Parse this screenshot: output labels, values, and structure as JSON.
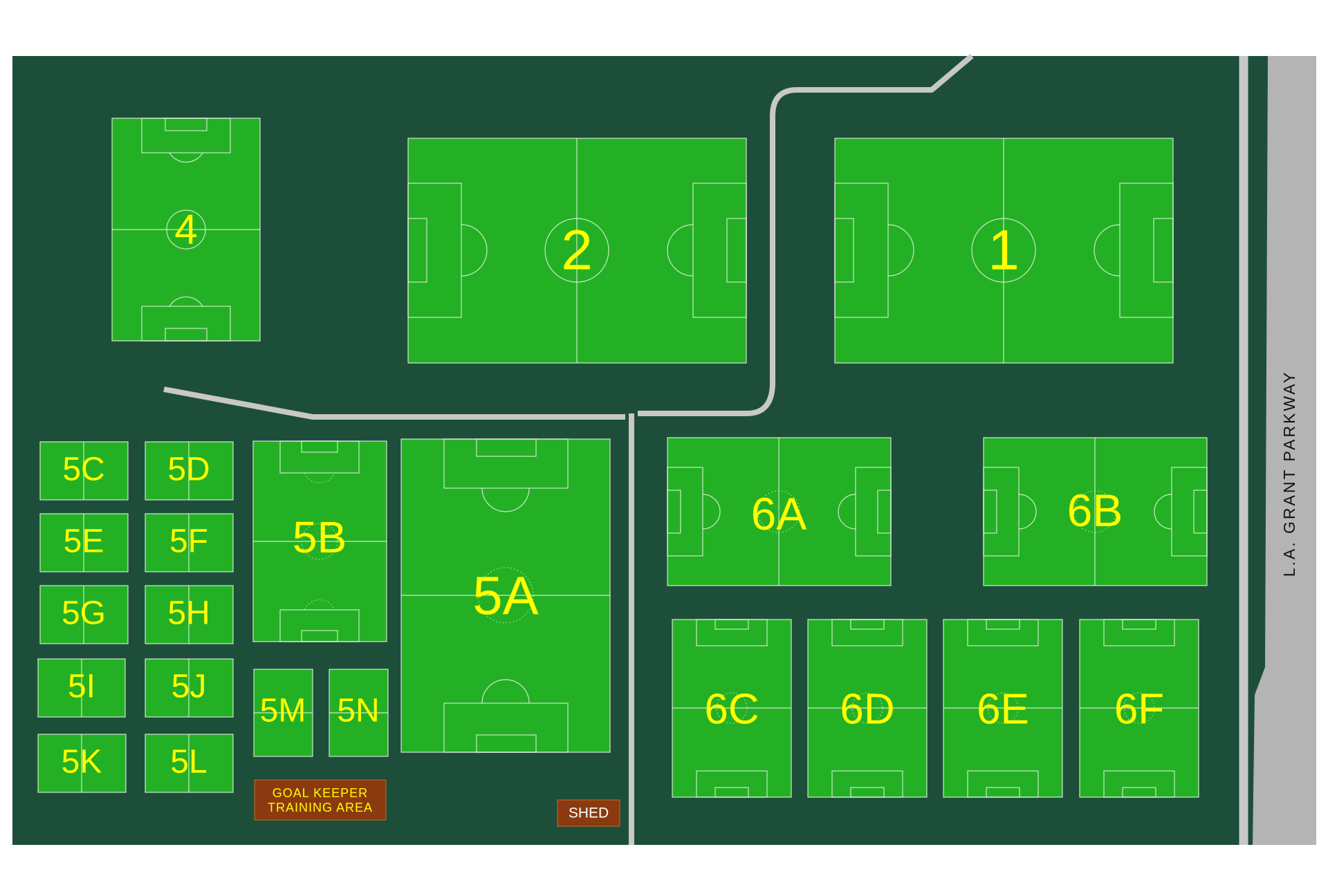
{
  "colors": {
    "ground": "#1d4e3a",
    "field": "#24b024",
    "label": "#ffff00",
    "path": "#c8c8c8",
    "road": "#b4b4b4",
    "building": "#8b3a10"
  },
  "fields": {
    "f4": "4",
    "f2": "2",
    "f1": "1",
    "f5A": "5A",
    "f5B": "5B",
    "f5C": "5C",
    "f5D": "5D",
    "f5E": "5E",
    "f5F": "5F",
    "f5G": "5G",
    "f5H": "5H",
    "f5I": "5I",
    "f5J": "5J",
    "f5K": "5K",
    "f5L": "5L",
    "f5M": "5M",
    "f5N": "5N",
    "f6A": "6A",
    "f6B": "6B",
    "f6C": "6C",
    "f6D": "6D",
    "f6E": "6E",
    "f6F": "6F"
  },
  "buildings": {
    "goalkeeper_line1": "GOAL  KEEPER",
    "goalkeeper_line2": "TRAINING   AREA",
    "shed": "SHED"
  },
  "road": {
    "name": "L.A.  GRANT  PARKWAY"
  }
}
